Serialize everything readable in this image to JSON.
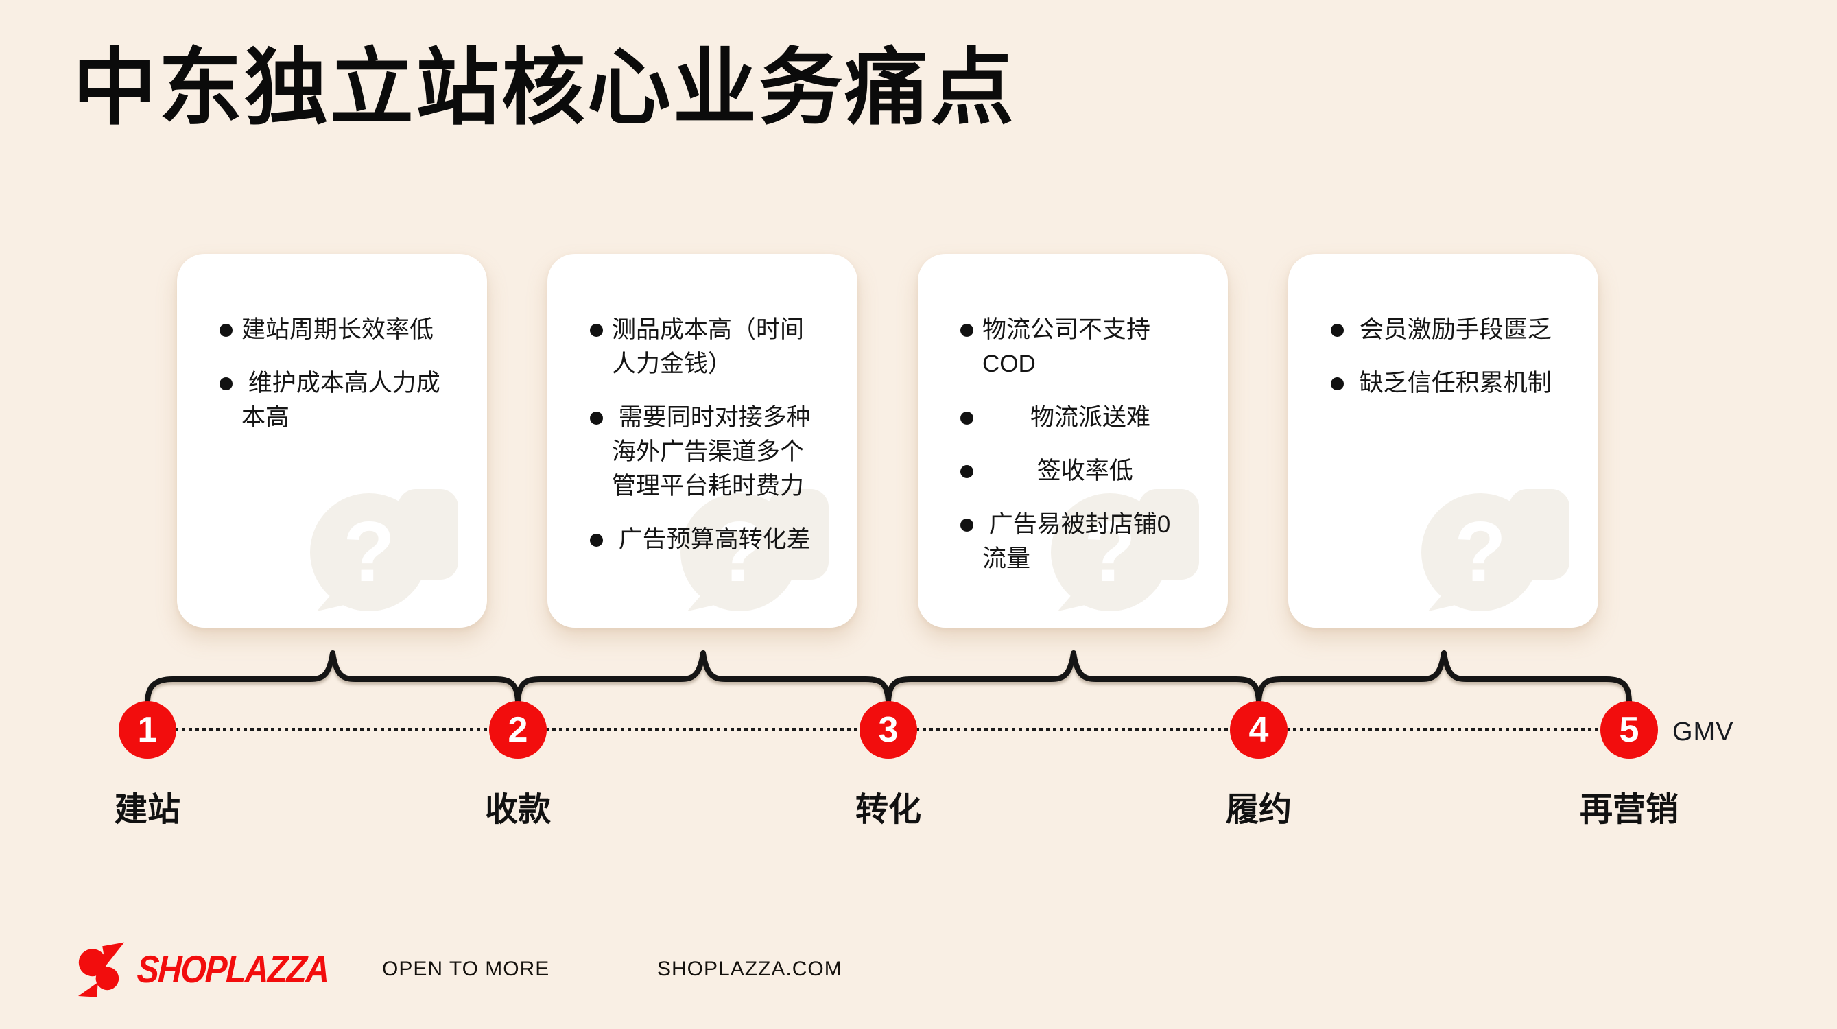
{
  "slide": {
    "title": "中东独立站核心业务痛点",
    "background_color": "#f9efe4",
    "accent_red": "#f20d0d",
    "card_color": "#ffffff"
  },
  "cards": [
    {
      "bullets": [
        "建站周期长效率低",
        " 维护成本高人力成本高"
      ]
    },
    {
      "bullets": [
        "测品成本高（时间人力金钱）",
        " 需要同时对接多种海外广告渠道多个管理平台耗时费力",
        " 广告预算高转化差"
      ]
    },
    {
      "bullets": [
        "物流公司不支持COD",
        "　　物流派送难",
        "　　 签收率低",
        " 广告易被封店铺0流量"
      ]
    },
    {
      "bullets": [
        " 会员激励手段匮乏",
        " 缺乏信任积累机制"
      ]
    }
  ],
  "timeline": {
    "stages": [
      {
        "number": "1",
        "label": "建站"
      },
      {
        "number": "2",
        "label": "收款"
      },
      {
        "number": "3",
        "label": "转化"
      },
      {
        "number": "4",
        "label": "履约"
      },
      {
        "number": "5",
        "label": "再营销"
      }
    ],
    "end_label": "GMV"
  },
  "watermark": {
    "glyph": "?"
  },
  "footer": {
    "brand": "SHOPLAZZA",
    "tagline": "OPEN TO MORE",
    "website": "SHOPLAZZA.COM"
  }
}
